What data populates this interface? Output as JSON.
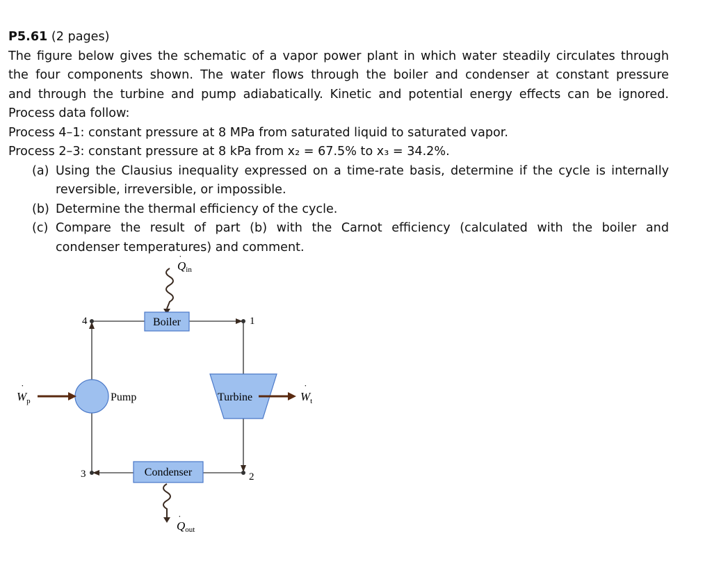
{
  "problem": {
    "id": "P5.61",
    "pages_note": "(2 pages)",
    "intro": [
      "The figure below gives the schematic of a vapor power plant in which water steadily circulates through",
      "the four components shown. The water flows through the boiler and condenser at constant pressure",
      "and through the turbine and pump adiabatically. Kinetic and potential energy effects can be ignored.",
      "Process data follow:"
    ],
    "process1": "Process 4–1: constant pressure at 8 MPa from saturated liquid to saturated vapor.",
    "process2": "Process 2–3: constant pressure at 8 kPa from x₂ = 67.5% to x₃ = 34.2%.",
    "parts": [
      {
        "marker": "(a)",
        "text": "Using the Clausius inequality expressed on a time-rate basis, determine if the cycle is internally",
        "text2": "reversible, irreversible, or impossible."
      },
      {
        "marker": "(b)",
        "text": "Determine the thermal efficiency of the cycle."
      },
      {
        "marker": "(c)",
        "text": "Compare the result of part (b) with the Carnot efficiency (calculated with the boiler and",
        "text2": "condenser temperatures) and comment."
      }
    ]
  },
  "diagram": {
    "boiler_label": "Boiler",
    "pump_label": "Pump",
    "turbine_label": "Turbine",
    "condenser_label": "Condenser",
    "q_symbol": "Q",
    "w_symbol": "W",
    "q_in_sub": "in",
    "q_out_sub": "out",
    "w_p_sub": "p",
    "w_t_sub": "t",
    "state_1": "1",
    "state_2": "2",
    "state_3": "3",
    "state_4": "4",
    "colors": {
      "component_fill": "#9ec0ef",
      "component_stroke": "#4a78c8",
      "arrow": "#5a2a10",
      "line": "#555555"
    }
  }
}
